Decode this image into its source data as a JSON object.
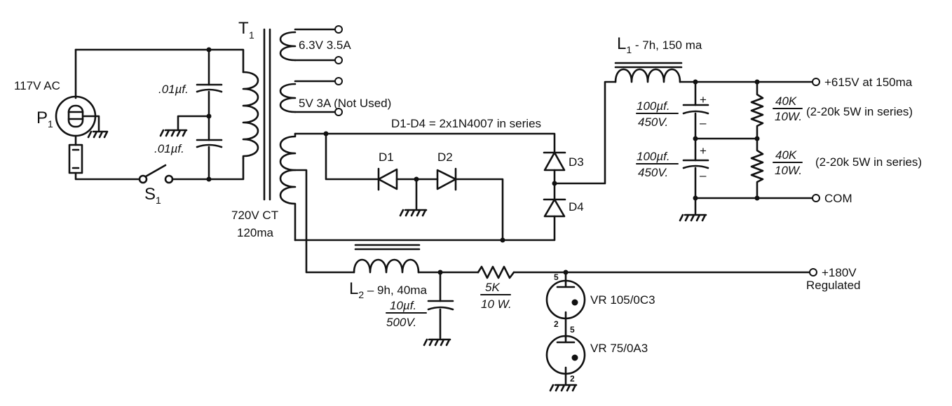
{
  "labels": {
    "mains": "117V AC",
    "plug_p": "P",
    "plug_sub": "1",
    "cap_top": ".01µf.",
    "cap_bottom": ".01µf.",
    "switch_s": "S",
    "switch_sub": "1",
    "transformer_t": "T",
    "transformer_sub": "1",
    "fil_63": "6.3V 3.5A",
    "fil_5": "5V 3A (Not Used)",
    "secondary_v": "720V CT",
    "secondary_i": "120ma",
    "diode_note": "D1-D4 = 2x1N4007 in series",
    "d1": "D1",
    "d2": "D2",
    "d3": "D3",
    "d4": "D4",
    "l1_l": "L",
    "l1_sub": "1",
    "l1_rest": " - 7h, 150 ma",
    "c_hv_top_num": "100µf.",
    "c_hv_top_den": "450V.",
    "c_hv_bot_num": "100µf.",
    "c_hv_bot_den": "450V.",
    "plus1": "+",
    "minus1": "–",
    "plus2": "+",
    "minus2": "–",
    "r_top_num": "40K",
    "r_top_den": "10W.",
    "r_top_note": "(2-20k 5W in series)",
    "r_bot_num": "40K",
    "r_bot_den": "10W.",
    "r_bot_note": "(2-20k 5W in series)",
    "out_hv": "+615V at 150ma",
    "out_com": "COM",
    "l2_l": "L",
    "l2_sub": "2",
    "l2_rest": " – 9h, 40ma",
    "c_lv_num": "10µf.",
    "c_lv_den": "500V.",
    "r5k_num": "5K",
    "r5k_den": "10 W.",
    "vr1": "VR 105/0C3",
    "vr2": "VR 75/0A3",
    "vr1_pin_top": "5",
    "vr1_pin_bot": "2",
    "vr2_pin_top": "5",
    "vr2_pin_bot": "2",
    "out_180": "+180V",
    "out_180_note": "Regulated"
  }
}
